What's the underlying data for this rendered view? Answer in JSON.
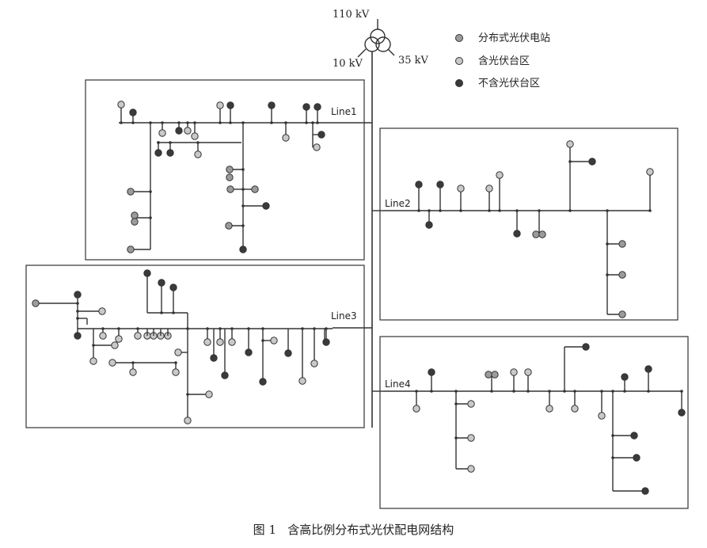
{
  "diagram": {
    "voltages": {
      "hv": "110 kV",
      "mv": "10 kV",
      "sub": "35 kV"
    },
    "legend": [
      {
        "label": "分布式光伏电站",
        "fill": "#9b9b9b"
      },
      {
        "label": "含光伏台区",
        "fill": "#c9c9c9"
      },
      {
        "label": "不含光伏台区",
        "fill": "#3a3a3a"
      }
    ],
    "lines": [
      {
        "name": "Line1"
      },
      {
        "name": "Line2"
      },
      {
        "name": "Line3"
      },
      {
        "name": "Line4"
      }
    ]
  },
  "caption": {
    "figure_no": "图 1",
    "text": "含高比例分布式光伏配电网结构"
  },
  "colors": {
    "line": "#333333",
    "pv_station": "#9b9b9b",
    "pv_area": "#c9c9c9",
    "no_pv_area": "#3a3a3a"
  }
}
